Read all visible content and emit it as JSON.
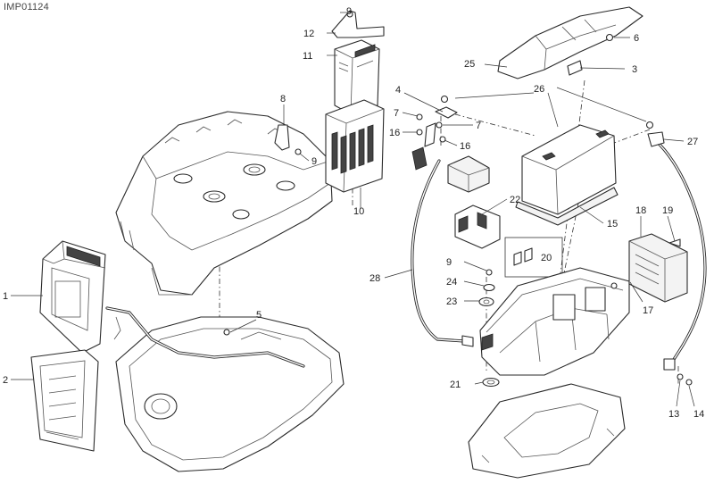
{
  "doc_code": "IMP01124",
  "callouts": [
    "1",
    "2",
    "3",
    "4",
    "5",
    "6",
    "7",
    "7",
    "8",
    "9",
    "9",
    "9",
    "11",
    "12",
    "13",
    "14",
    "15",
    "16",
    "16",
    "17",
    "18",
    "19",
    "20",
    "21",
    "22",
    "23",
    "24",
    "25",
    "26",
    "27",
    "28",
    "10"
  ]
}
